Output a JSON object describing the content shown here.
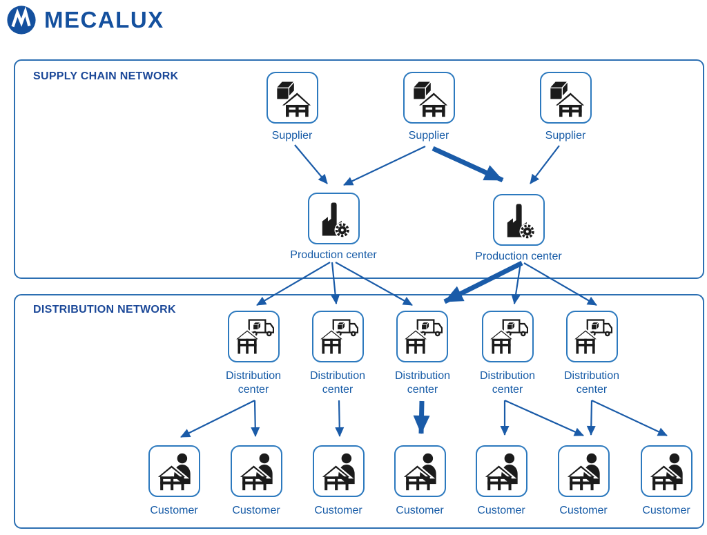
{
  "logo": {
    "brand": "MECALUX"
  },
  "colors": {
    "brand": "#14509e",
    "title": "#1b4898",
    "label": "#155aa6",
    "border": "#2c79be",
    "panelBorder": "#2c6fb2",
    "arrow": "#1a5ba8",
    "icon": "#1b1b1b",
    "bg": "#ffffff"
  },
  "panels": {
    "supply": {
      "title": "SUPPLY CHAIN NETWORK"
    },
    "distribution": {
      "title": "DISTRIBUTION NETWORK"
    }
  },
  "nodes": {
    "suppliers": [
      {
        "label": "Supplier"
      },
      {
        "label": "Supplier"
      },
      {
        "label": "Supplier"
      }
    ],
    "production_centers": [
      {
        "label": "Production center"
      },
      {
        "label": "Production center"
      }
    ],
    "distribution_centers": [
      {
        "label": "Distribution center"
      },
      {
        "label": "Distribution center"
      },
      {
        "label": "Distribution center"
      },
      {
        "label": "Distribution center"
      },
      {
        "label": "Distribution center"
      }
    ],
    "customers": [
      {
        "label": "Customer"
      },
      {
        "label": "Customer"
      },
      {
        "label": "Customer"
      },
      {
        "label": "Customer"
      },
      {
        "label": "Customer"
      },
      {
        "label": "Customer"
      },
      {
        "label": "Customer"
      }
    ]
  },
  "connections": [
    {
      "from": "Supplier 1",
      "to": "Production center 1",
      "emphasis": "normal"
    },
    {
      "from": "Supplier 2",
      "to": "Production center 1",
      "emphasis": "normal"
    },
    {
      "from": "Supplier 2",
      "to": "Production center 2",
      "emphasis": "strong"
    },
    {
      "from": "Supplier 3",
      "to": "Production center 2",
      "emphasis": "normal"
    },
    {
      "from": "Production center 1",
      "to": "Distribution center 1",
      "emphasis": "normal"
    },
    {
      "from": "Production center 1",
      "to": "Distribution center 2",
      "emphasis": "normal"
    },
    {
      "from": "Production center 1",
      "to": "Distribution center 3",
      "emphasis": "normal"
    },
    {
      "from": "Production center 2",
      "to": "Distribution center 3",
      "emphasis": "strong"
    },
    {
      "from": "Production center 2",
      "to": "Distribution center 4",
      "emphasis": "normal"
    },
    {
      "from": "Production center 2",
      "to": "Distribution center 5",
      "emphasis": "normal"
    },
    {
      "from": "Distribution center 1",
      "to": "Customer 1",
      "emphasis": "normal"
    },
    {
      "from": "Distribution center 1",
      "to": "Customer 2",
      "emphasis": "normal"
    },
    {
      "from": "Distribution center 2",
      "to": "Customer 3",
      "emphasis": "normal"
    },
    {
      "from": "Distribution center 3",
      "to": "Customer 4",
      "emphasis": "strong"
    },
    {
      "from": "Distribution center 4",
      "to": "Customer 5",
      "emphasis": "normal"
    },
    {
      "from": "Distribution center 4",
      "to": "Customer 6",
      "emphasis": "normal"
    },
    {
      "from": "Distribution center 5",
      "to": "Customer 6",
      "emphasis": "normal"
    },
    {
      "from": "Distribution center 5",
      "to": "Customer 7",
      "emphasis": "normal"
    }
  ]
}
